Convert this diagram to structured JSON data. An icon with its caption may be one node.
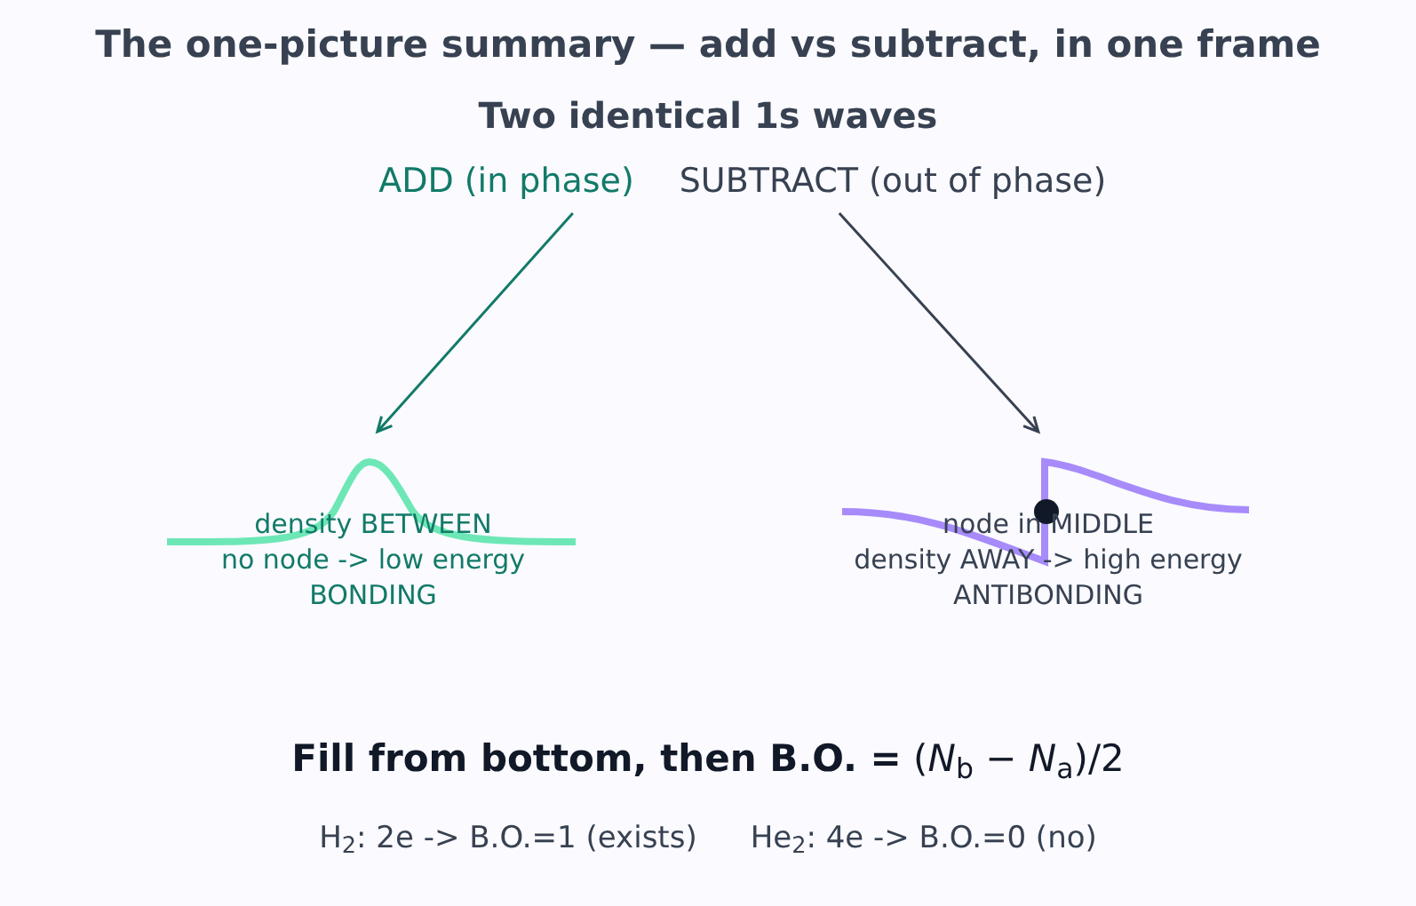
{
  "diagram": {
    "title": "The one-picture summary — add vs subtract, in one frame",
    "nodes": [
      {
        "text": [
          "ADD (in phase)"
        ]
      },
      {
        "text": [
          "SUBTRACT (out of phase)"
        ]
      },
      {
        "text": [
          "density BETWEEN",
          "no node -> low energy",
          "BONDING"
        ]
      },
      {
        "text": [
          "node in MIDDLE",
          "density AWAY -> high energy",
          "ANTIBONDING"
        ]
      }
    ],
    "edges": [
      {
        "from": 0,
        "to": 2,
        "arrow": "to",
        "color": "#127a68"
      },
      {
        "from": 1,
        "to": 3,
        "arrow": "to",
        "color": "#374151"
      }
    ],
    "labels": [
      "Two identical 1s waves",
      "**Fill from bottom, then  B.O. =** (*N*$_{b}$ − *N*$_{a}$)/2",
      "H$_{2}$: 2e -> B.O.=1 (exists)",
      "He$_{2}$: 4e -> B.O.=0 (no)"
    ]
  }
}
